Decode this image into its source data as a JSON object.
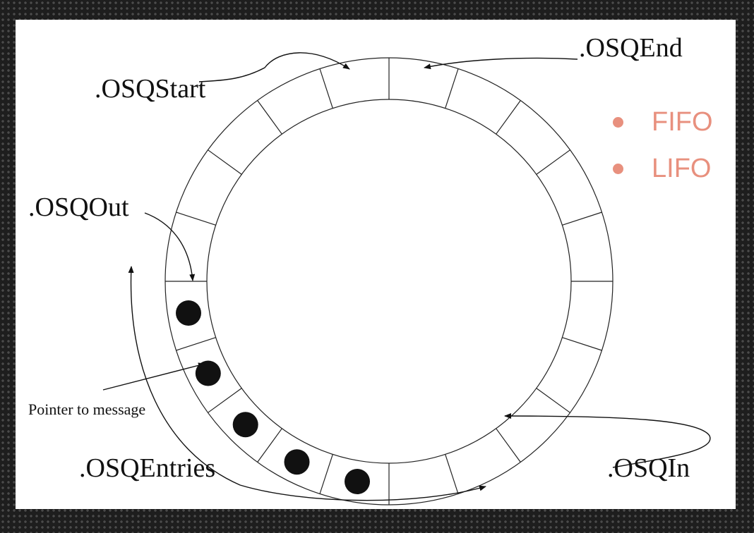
{
  "labels": {
    "start": ".OSQStart",
    "end": ".OSQEnd",
    "out": ".OSQOut",
    "in": ".OSQIn",
    "entries": ".OSQEntries",
    "pointer": "Pointer to message"
  },
  "bullets": [
    {
      "text": "FIFO"
    },
    {
      "text": "LIFO"
    }
  ],
  "colors": {
    "bullet": "#e8907e",
    "diagram": "#111111",
    "background": "#ffffff"
  },
  "ring": {
    "slot_count": 20,
    "filled_slots": 5
  }
}
